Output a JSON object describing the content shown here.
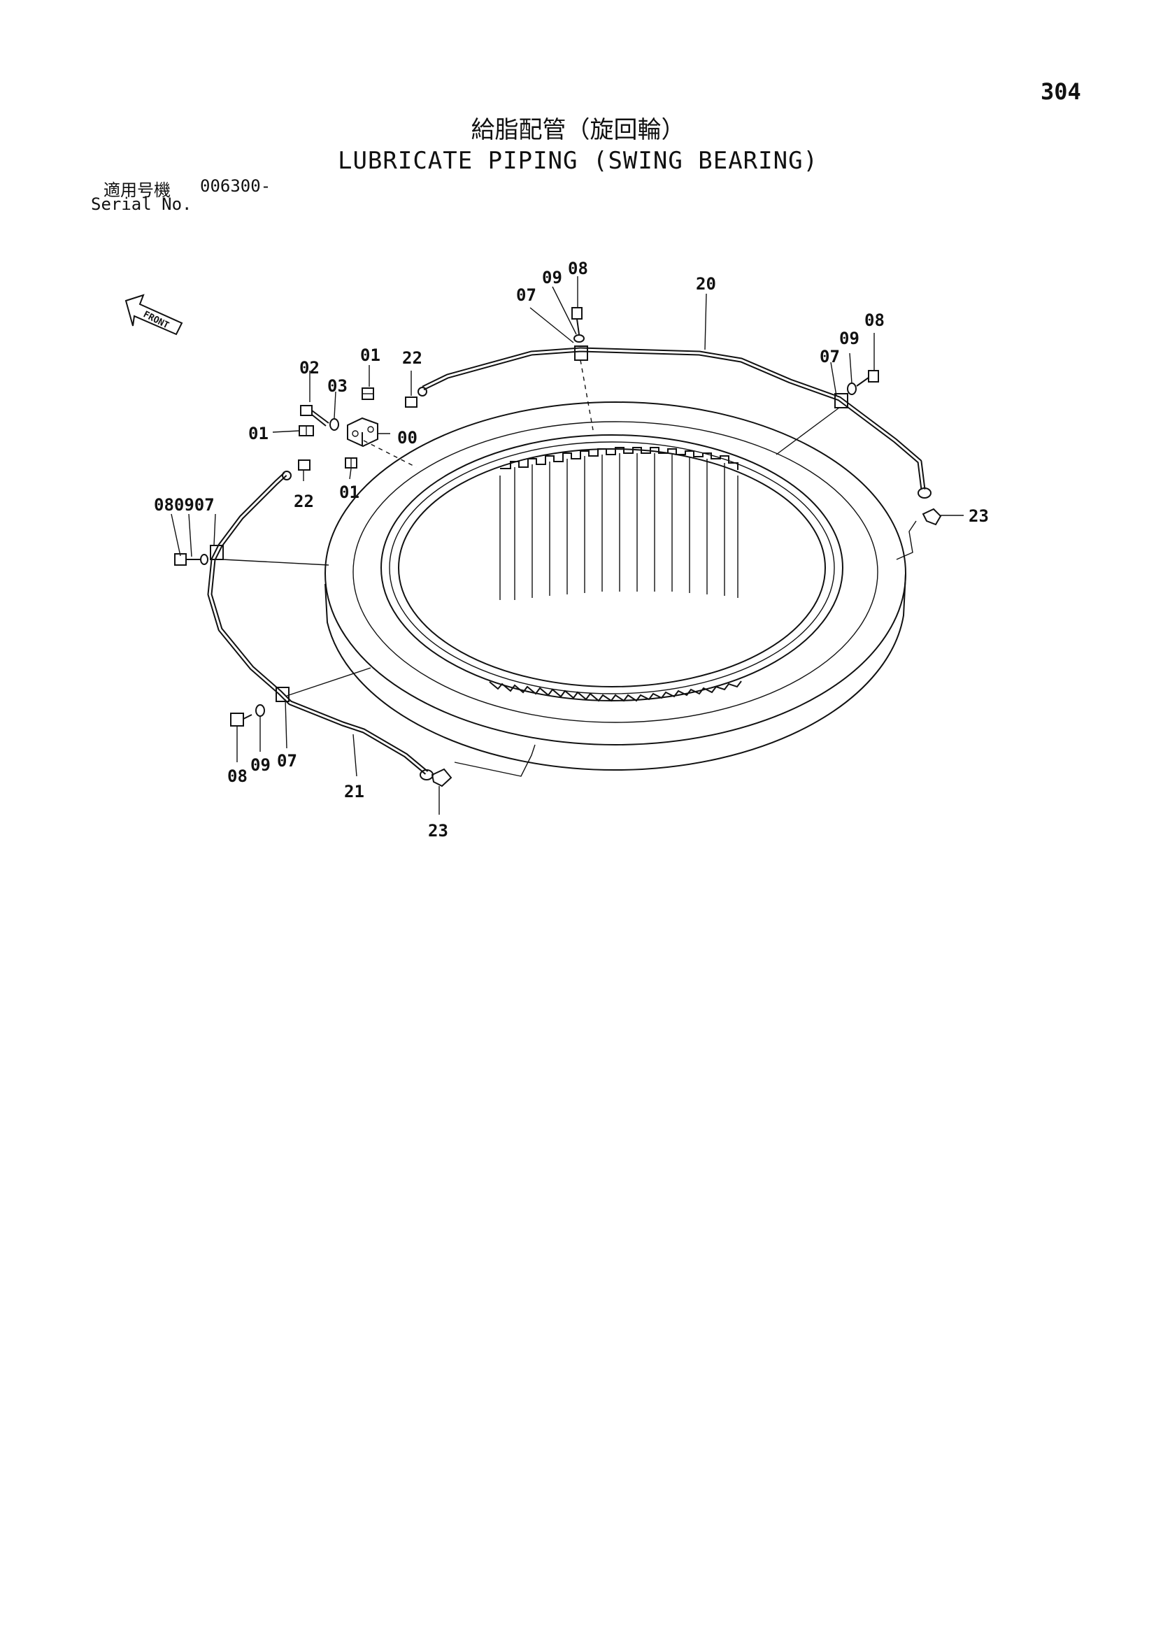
{
  "page_number": "304",
  "title_jp": "給脂配管（旋回輪）",
  "title_en": "LUBRICATE PIPING (SWING BEARING)",
  "serial_label_jp": "適用号機",
  "serial_value": "006300-",
  "serial_label_en": "Serial No.",
  "front_label": "FRONT",
  "callouts": {
    "c00": "00",
    "c01_a": "01",
    "c01_b": "01",
    "c01_c": "01",
    "c02": "02",
    "c03": "03",
    "c22_a": "22",
    "c22_b": "22",
    "c07_top": "07",
    "c09_top": "09",
    "c08_top": "08",
    "c20": "20",
    "c07_right": "07",
    "c09_right": "09",
    "c08_right": "08",
    "c23_right": "23",
    "c080907_left": "080907",
    "c08_bottom": "08",
    "c09_bottom": "09",
    "c07_bottom": "07",
    "c21": "21",
    "c23_bottom": "23"
  }
}
